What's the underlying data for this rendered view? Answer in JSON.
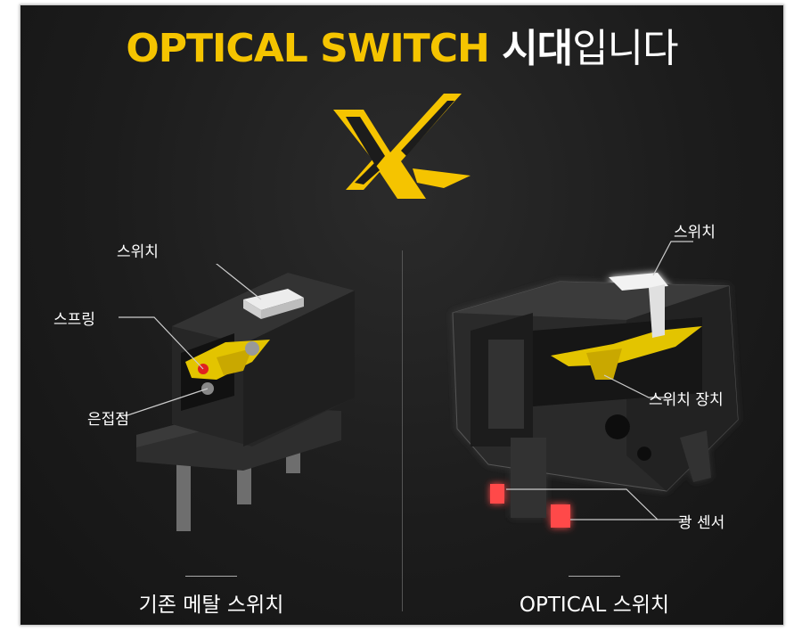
{
  "title": {
    "part_en": "OPTICAL SWITCH",
    "part_ko_bold": "시대",
    "part_ko_light": "입니다"
  },
  "logo": {
    "name": "xk-logo-icon",
    "color": "#f5c400"
  },
  "left": {
    "labels": {
      "switch": "스위치",
      "spring": "스프링",
      "contact": "은접점"
    },
    "caption": "기존 메탈 스위치"
  },
  "right": {
    "labels": {
      "switch": "스위치",
      "device": "스위치 장치",
      "sensor": "광 센서"
    },
    "caption": "OPTICAL 스위치"
  },
  "colors": {
    "accent": "#f5c400",
    "background": "#1c1c1c",
    "sensor": "#ff4a4a"
  }
}
